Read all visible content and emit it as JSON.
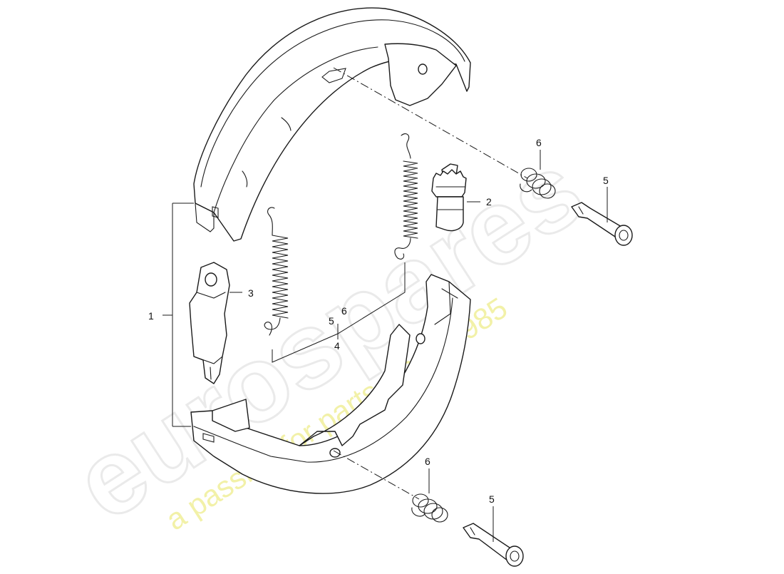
{
  "watermark": {
    "logo": "eurospares",
    "tagline": "a passion for parts since 1985",
    "logo_color": "#d9d9d9",
    "tagline_color": "#f0ef9a"
  },
  "callouts": {
    "c1": "1",
    "c2": "2",
    "c3": "3",
    "c4": "4",
    "c5_top": "5",
    "c5_mid": "5",
    "c5_bottom": "5",
    "c6_top": "6",
    "c6_mid": "6",
    "c6_bottom": "6"
  },
  "colors": {
    "line": "#1a1a1a",
    "background": "#ffffff"
  }
}
